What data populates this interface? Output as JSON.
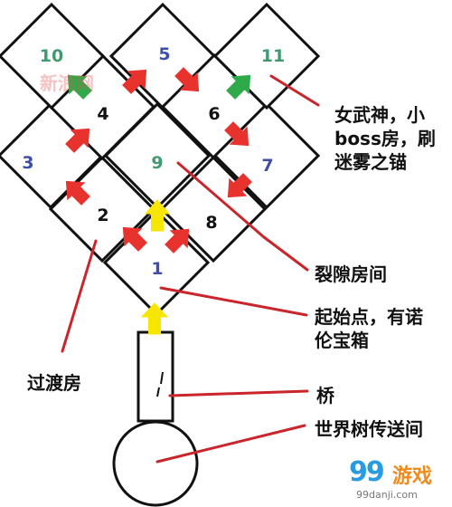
{
  "rooms": [
    {
      "id": "room-1",
      "num": "1",
      "color": "#3f4fa8"
    },
    {
      "id": "room-2",
      "num": "2",
      "color": "#111111"
    },
    {
      "id": "room-3",
      "num": "3",
      "color": "#3f4fa8"
    },
    {
      "id": "room-4",
      "num": "4",
      "color": "#111111"
    },
    {
      "id": "room-5",
      "num": "5",
      "color": "#3f4fa8"
    },
    {
      "id": "room-6",
      "num": "6",
      "color": "#111111"
    },
    {
      "id": "room-7",
      "num": "7",
      "color": "#3f4fa8"
    },
    {
      "id": "room-8",
      "num": "8",
      "color": "#111111"
    },
    {
      "id": "room-9",
      "num": "9",
      "color": "#3f9a70"
    },
    {
      "id": "room-10",
      "num": "10",
      "color": "#3f9a70"
    },
    {
      "id": "room-11",
      "num": "11",
      "color": "#3f9a70"
    }
  ],
  "callouts": {
    "boss_room": [
      "女武神，小",
      "boss房，刷",
      "迷雾之锚"
    ],
    "rift_room": "裂隙房间",
    "start_point": [
      "起始点，有诺",
      "伦宝箱"
    ],
    "transition_room": "过渡房",
    "bridge": "桥",
    "world_tree_portal": "世界树传送间"
  },
  "watermark": "新浪网",
  "brand": {
    "logo": "99",
    "name": "游戏",
    "url": "99danji.com"
  },
  "colors": {
    "arrow_red": "#e8322e",
    "arrow_yellow": "#f7e600",
    "arrow_green": "#2eaa4a",
    "line_red": "#c9252b"
  }
}
